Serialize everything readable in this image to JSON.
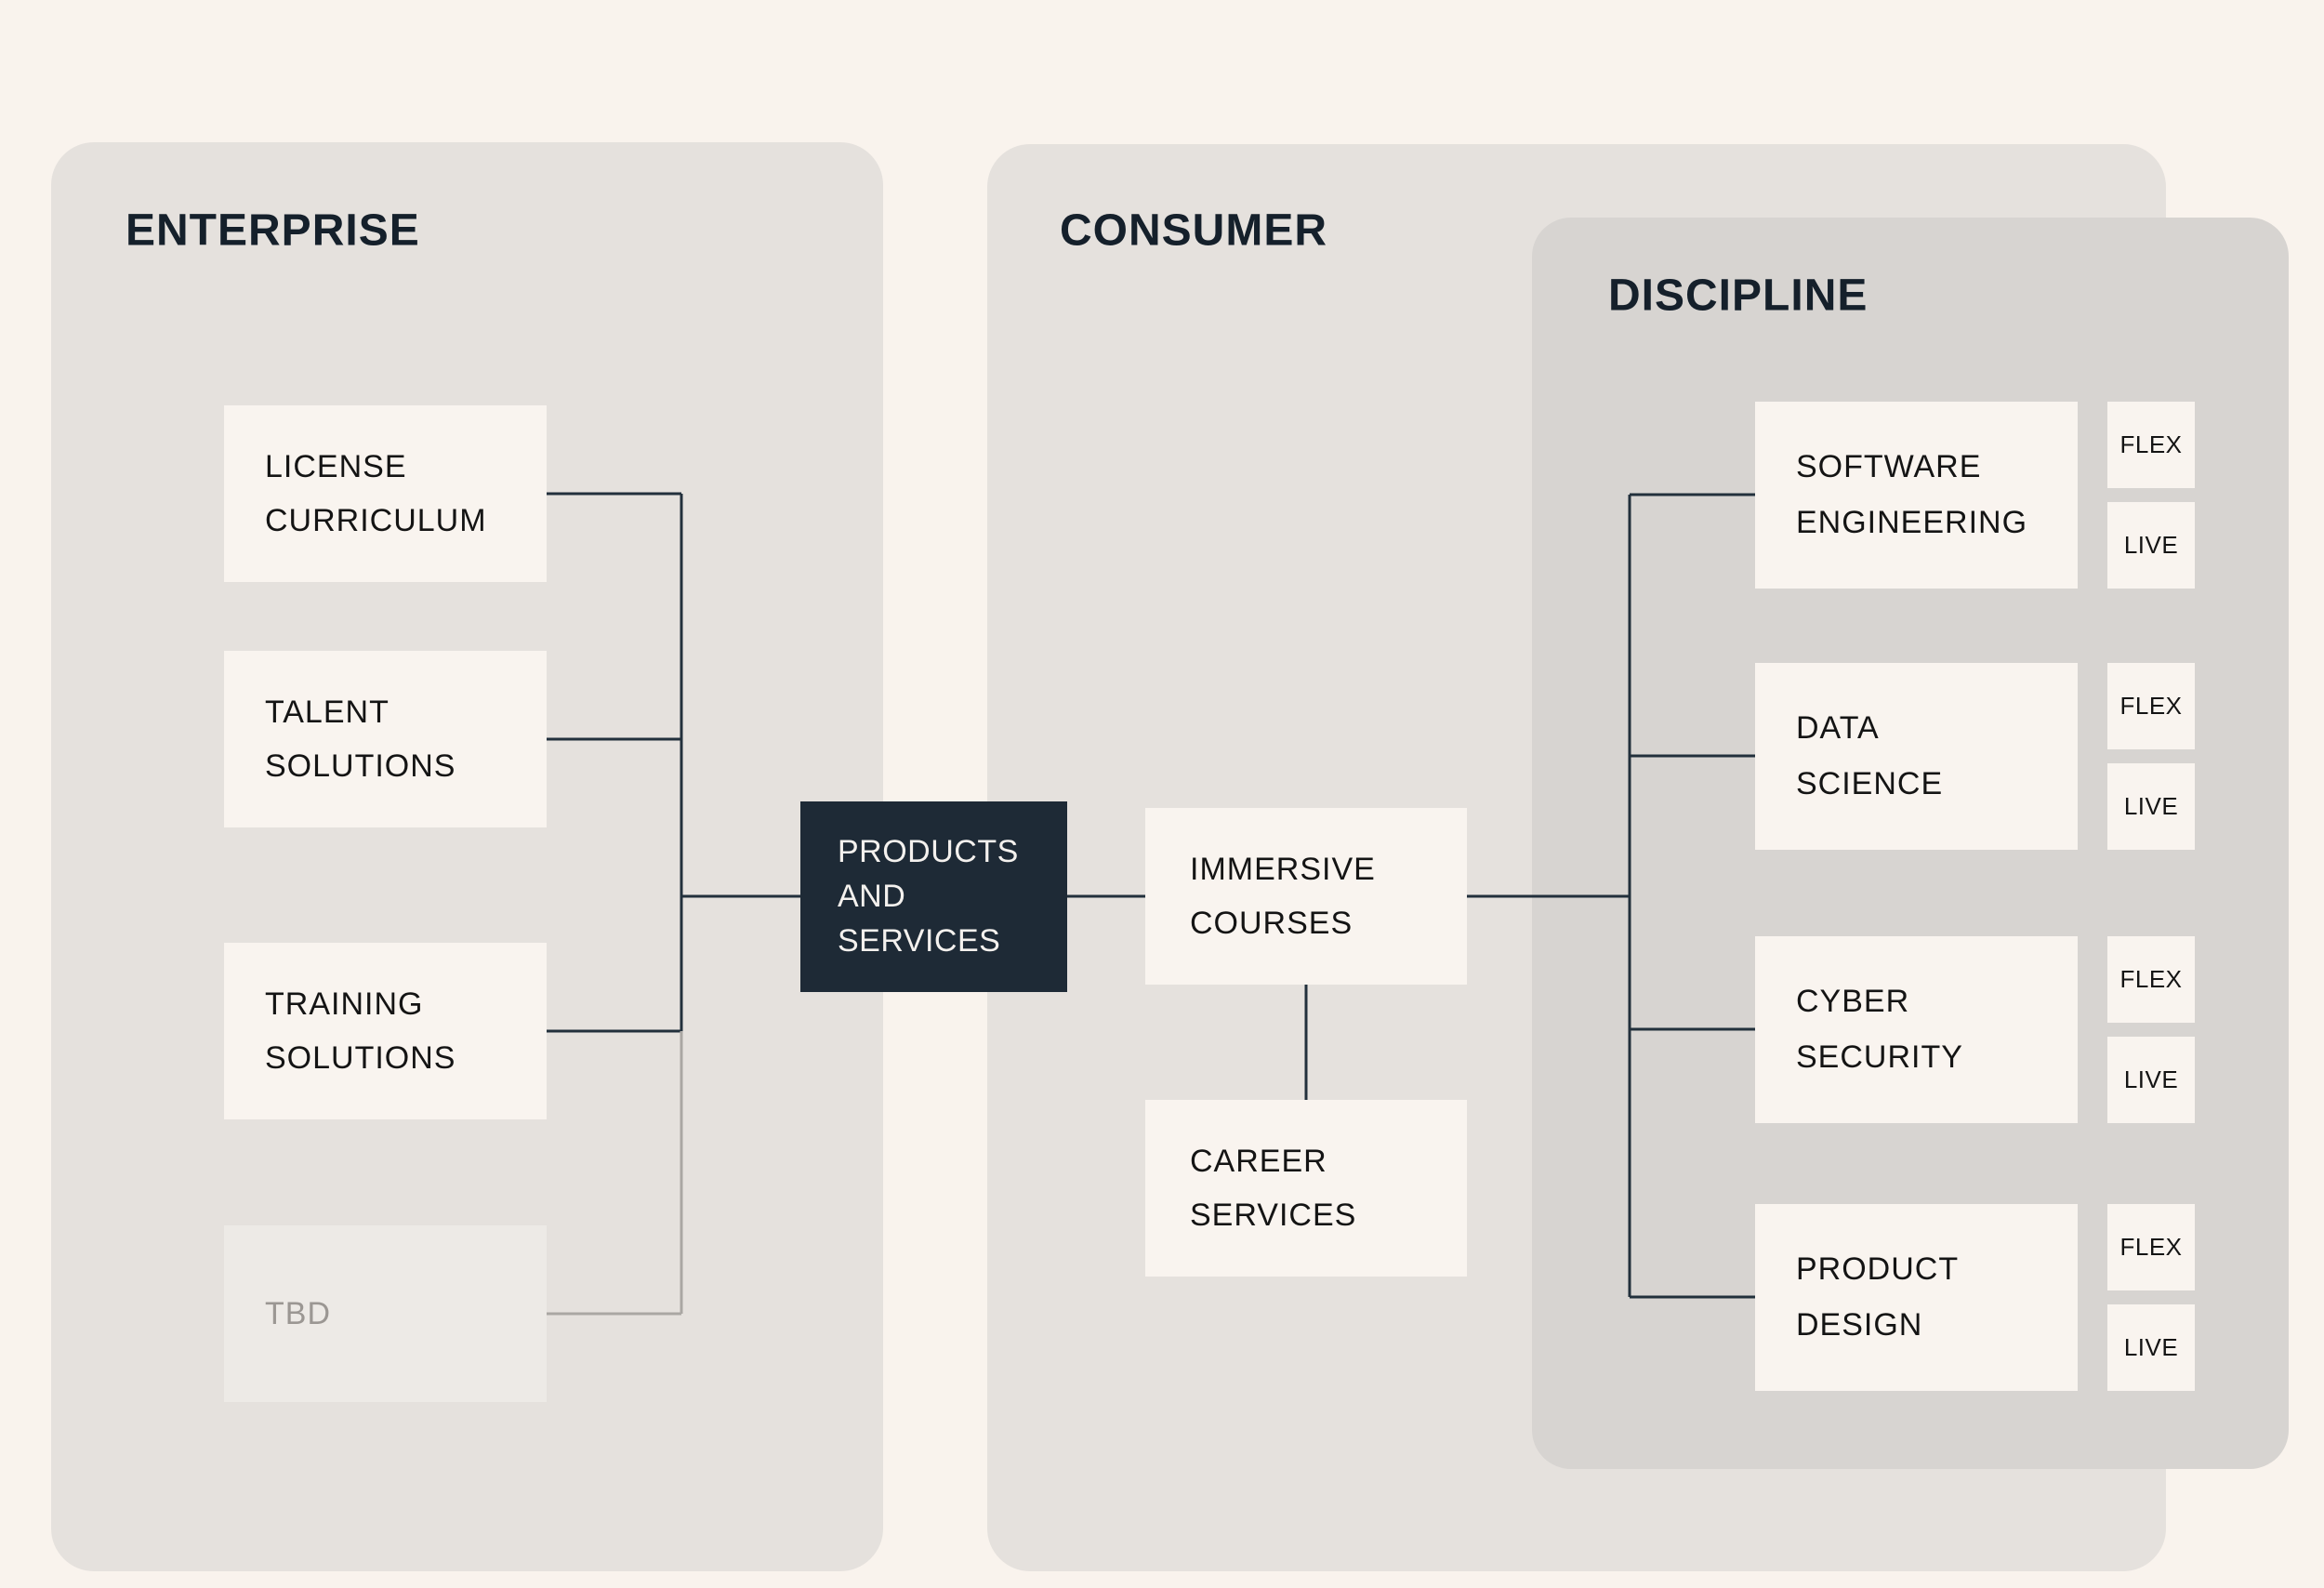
{
  "colors": {
    "background": "#f9f3ed",
    "panel": "#e5e1dd",
    "discipline_panel": "#d7d4d1",
    "card": "#f9f4ef",
    "card_muted": "#edeae6",
    "hub_fill": "#1e2a36",
    "hub_text": "#f4f1ee",
    "connector": "#22303c",
    "connector_muted": "#aaa7a3",
    "title_text": "#15202b",
    "card_text": "#141414",
    "muted_text": "#9b9793"
  },
  "panels": {
    "enterprise": {
      "title": "ENTERPRISE"
    },
    "consumer": {
      "title": "CONSUMER"
    },
    "discipline": {
      "title": "DISCIPLINE"
    }
  },
  "enterprise": {
    "boxes": [
      {
        "line1": "LICENSE",
        "line2": "CURRICULUM"
      },
      {
        "line1": "TALENT",
        "line2": "SOLUTIONS"
      },
      {
        "line1": "TRAINING",
        "line2": "SOLUTIONS"
      },
      {
        "line1": "TBD"
      }
    ]
  },
  "hub": {
    "line1": "PRODUCTS",
    "line2": "AND",
    "line3": "SERVICES"
  },
  "consumer": {
    "immersive": {
      "line1": "IMMERSIVE",
      "line2": "COURSES"
    },
    "career": {
      "line1": "CAREER",
      "line2": "SERVICES"
    }
  },
  "discipline": {
    "rows": [
      {
        "line1": "SOFTWARE",
        "line2": "ENGINEERING",
        "flex": "FLEX",
        "live": "LIVE"
      },
      {
        "line1": "DATA",
        "line2": "SCIENCE",
        "flex": "FLEX",
        "live": "LIVE"
      },
      {
        "line1": "CYBER",
        "line2": "SECURITY",
        "flex": "FLEX",
        "live": "LIVE"
      },
      {
        "line1": "PRODUCT",
        "line2": "DESIGN",
        "flex": "FLEX",
        "live": "LIVE"
      }
    ]
  }
}
